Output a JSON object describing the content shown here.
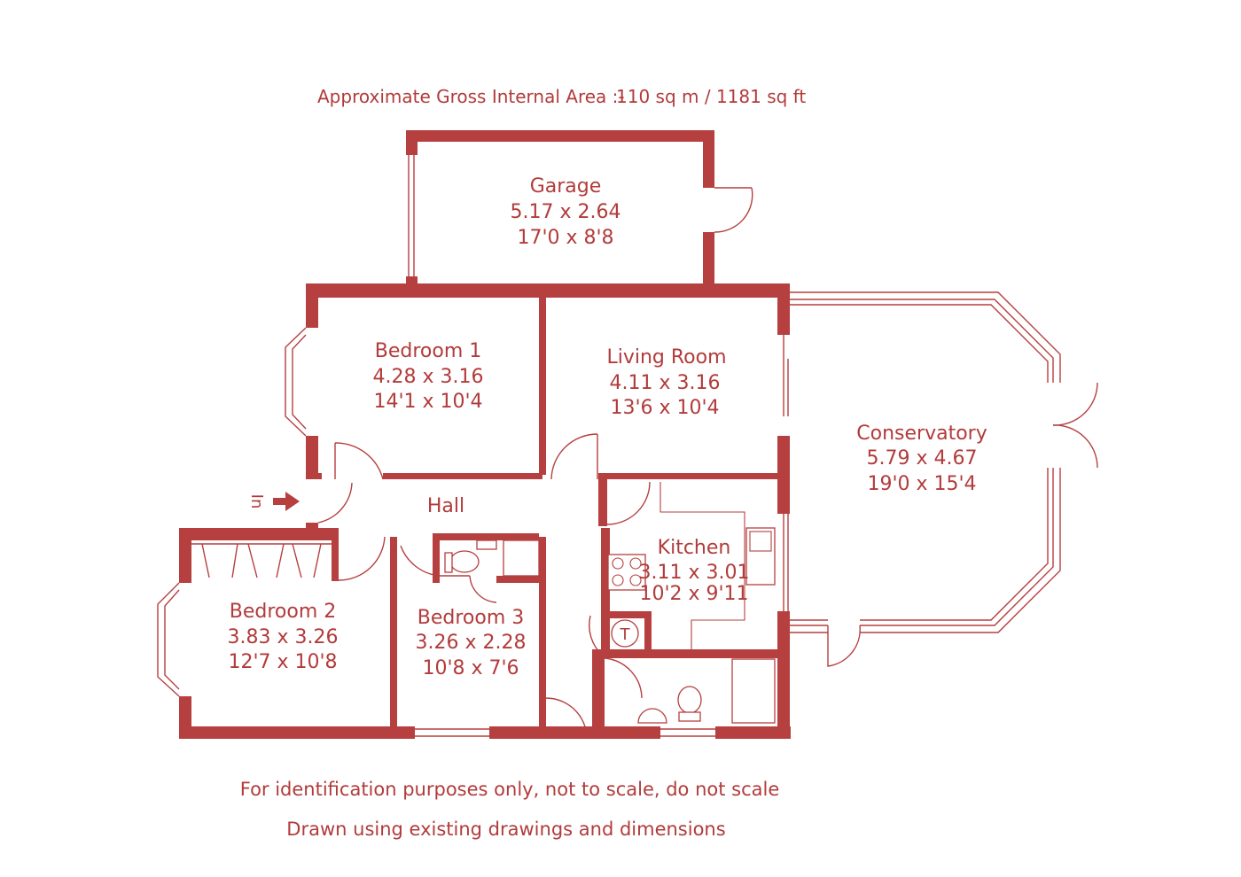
{
  "header": {
    "area_label": "Approximate Gross Internal Area  :-",
    "area_value": "110 sq m /  1181 sq ft"
  },
  "rooms": {
    "garage": {
      "name": "Garage",
      "metric": "5.17 x 2.64",
      "imperial": "17'0 x 8'8"
    },
    "bedroom1": {
      "name": "Bedroom 1",
      "metric": "4.28 x 3.16",
      "imperial": "14'1 x 10'4"
    },
    "living": {
      "name": "Living Room",
      "metric": "4.11 x 3.16",
      "imperial": "13'6 x 10'4"
    },
    "conservatory": {
      "name": "Conservatory",
      "metric": "5.79 x 4.67",
      "imperial": "19'0 x 15'4"
    },
    "hall": {
      "name": "Hall"
    },
    "kitchen": {
      "name": "Kitchen",
      "metric": "3.11 x 3.01",
      "imperial": "10'2 x 9'11"
    },
    "bedroom2": {
      "name": "Bedroom 2",
      "metric": "3.83 x 3.26",
      "imperial": "12'7 x 10'8"
    },
    "bedroom3": {
      "name": "Bedroom 3",
      "metric": "3.26 x 2.28",
      "imperial": "10'8 x 7'6"
    }
  },
  "entrance": {
    "label": "In"
  },
  "boiler": {
    "label": "T"
  },
  "footer": {
    "line1": "For identification purposes only, not to scale, do not scale",
    "line2": "Drawn using existing drawings and dimensions"
  },
  "colors": {
    "wall": "#b63f3f",
    "text": "#b23b3b",
    "background": "#ffffff"
  }
}
